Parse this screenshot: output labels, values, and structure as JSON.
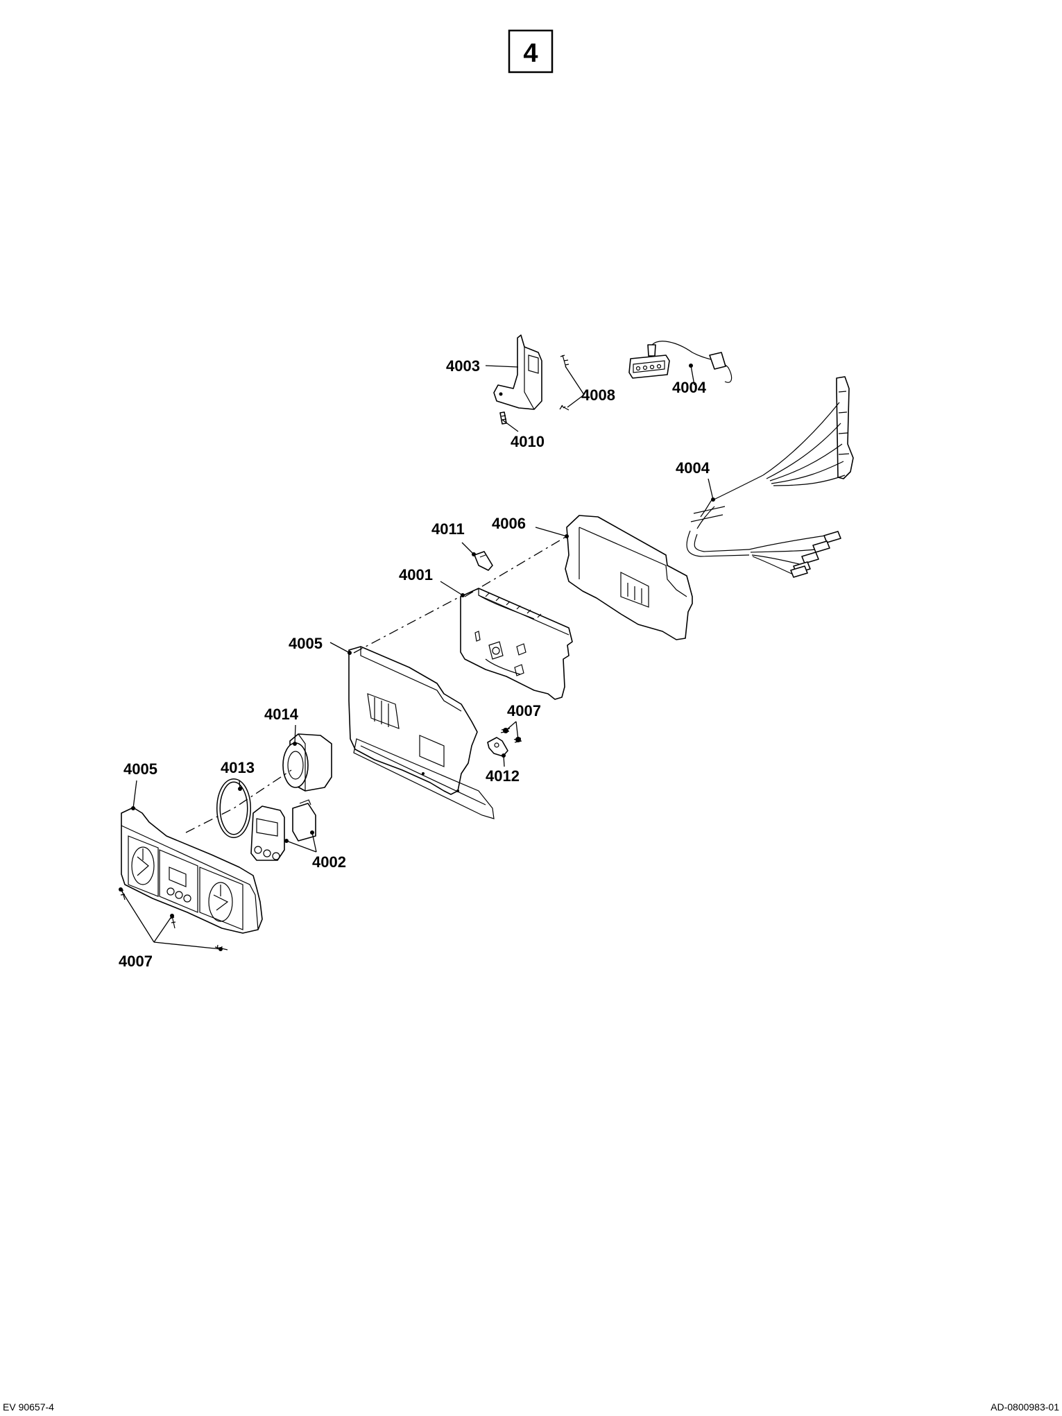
{
  "sheet_number": "4",
  "footer": {
    "left": "EV 90657-4",
    "right": "AD-0800983-01"
  },
  "callouts": {
    "c4003": "4003",
    "c4008": "4008",
    "c4010": "4010",
    "c4004a": "4004",
    "c4004b": "4004",
    "c4011": "4011",
    "c4006": "4006",
    "c4001": "4001",
    "c4005a": "4005",
    "c4014": "4014",
    "c4007a": "4007",
    "c4012": "4012",
    "c4005b": "4005",
    "c4013": "4013",
    "c4002": "4002",
    "c4007b": "4007"
  }
}
